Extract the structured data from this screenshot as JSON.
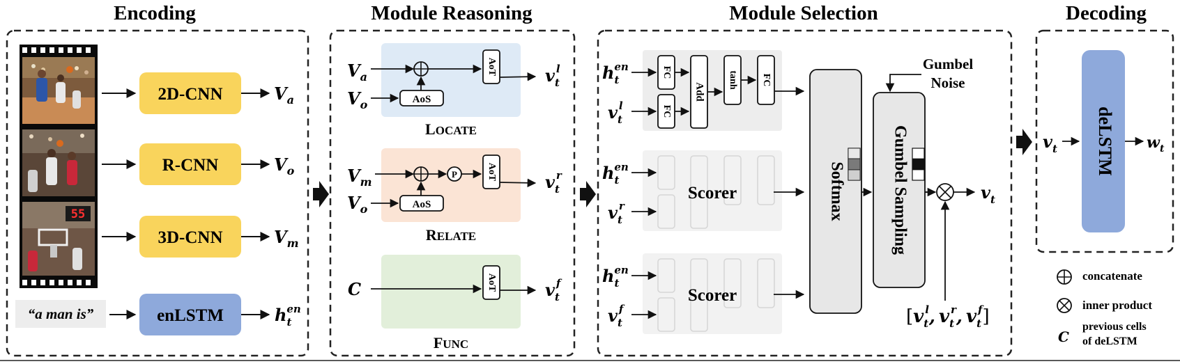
{
  "sections": {
    "encoding": "Encoding",
    "reasoning": "Module Reasoning",
    "selection": "Module Selection",
    "decoding": "Decoding"
  },
  "encoding": {
    "cnn_2d": "2D-CNN",
    "rcnn": "R-CNN",
    "cnn_3d": "3D-CNN",
    "enlstm": "enLSTM",
    "caption": "“a man is”",
    "frame_score": "55",
    "out_va": "V",
    "out_va_sub": "a",
    "out_vo": "V",
    "out_vo_sub": "o",
    "out_vm": "V",
    "out_vm_sub": "m",
    "out_h": "h",
    "out_h_sub": "t",
    "out_h_sup": "en"
  },
  "reasoning": {
    "locate_1": "L",
    "locate_2": "OCATE",
    "relate_1": "R",
    "relate_2": "ELATE",
    "func_1": "F",
    "func_2": "UNC",
    "aos": "AoS",
    "aot": "AoT",
    "p": "P",
    "concat_symbol": "⊕",
    "in_va": "V",
    "in_va_sub": "a",
    "in_vo": "V",
    "in_vo_sub": "o",
    "in_vm": "V",
    "in_vm_sub": "m",
    "in_vo2": "V",
    "in_vo2_sub": "o",
    "in_c": "C",
    "out_l": "v",
    "out_l_sub": "t",
    "out_l_sup": "l",
    "out_r": "v",
    "out_r_sub": "t",
    "out_r_sup": "r",
    "out_f": "v",
    "out_f_sub": "t",
    "out_f_sup": "f"
  },
  "selection": {
    "fc": "FC",
    "add": "Add",
    "tanh": "tanh",
    "scorer": "Scorer",
    "softmax": "Softmax",
    "gumbel_sampling": "Gumbel Sampling",
    "gumbel_noise_1": "Gumbel",
    "gumbel_noise_2": "Noise",
    "h": "h",
    "h_sub": "t",
    "h_sup": "en",
    "v": "v",
    "v_sub": "t",
    "sup_l": "l",
    "sup_r": "r",
    "sup_f": "f",
    "out_v": "v",
    "out_v_sub": "t",
    "bracket_open": "[",
    "bracket_close": "]",
    "comma": ",",
    "inner_symbol": "⊗"
  },
  "decoding": {
    "delstm": "deLSTM",
    "in_v": "v",
    "in_v_sub": "t",
    "out_w": "w",
    "out_w_sub": "t"
  },
  "legend": {
    "concat_symbol": "⊕",
    "concat": "concatenate",
    "inner_symbol": "⊗",
    "inner": "inner product",
    "c_symbol": "C",
    "prev_1": "previous cells",
    "prev_2": "of deLSTM"
  },
  "colors": {
    "cnn_yellow": "#F9D45C",
    "lstm_blue": "#8EA9DB",
    "locate_bg": "#DEEAF6",
    "relate_bg": "#FBE4D5",
    "func_bg": "#E2EFDA",
    "scorer_bg": "#EDEDED",
    "scorer_fade_bg": "#F4F4F4",
    "softmax_bg": "#E7E7E7",
    "caption_bg": "#EDEDED"
  }
}
